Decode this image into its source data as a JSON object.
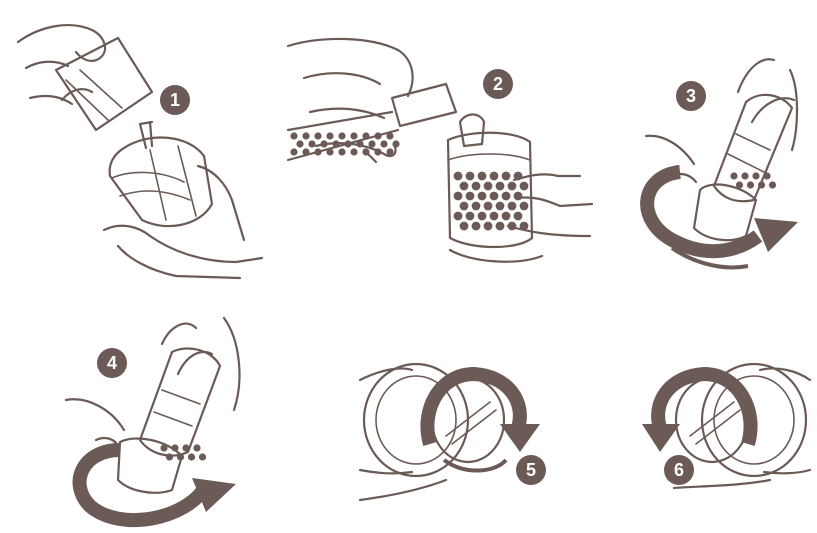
{
  "colors": {
    "line": "#6b5a55",
    "badge": "#6b5a55",
    "arrow": "#6b5a55",
    "bead": "#6b5a55",
    "background": "#ffffff"
  },
  "steps": [
    {
      "number": "1",
      "icon": "remove-cap-icon"
    },
    {
      "number": "2",
      "icon": "fill-beads-icon"
    },
    {
      "number": "3",
      "icon": "twist-clockwise-icon"
    },
    {
      "number": "4",
      "icon": "twist-counterclockwise-icon"
    },
    {
      "number": "5",
      "icon": "rotate-clockwise-icon"
    },
    {
      "number": "6",
      "icon": "rotate-counterclockwise-icon"
    }
  ]
}
